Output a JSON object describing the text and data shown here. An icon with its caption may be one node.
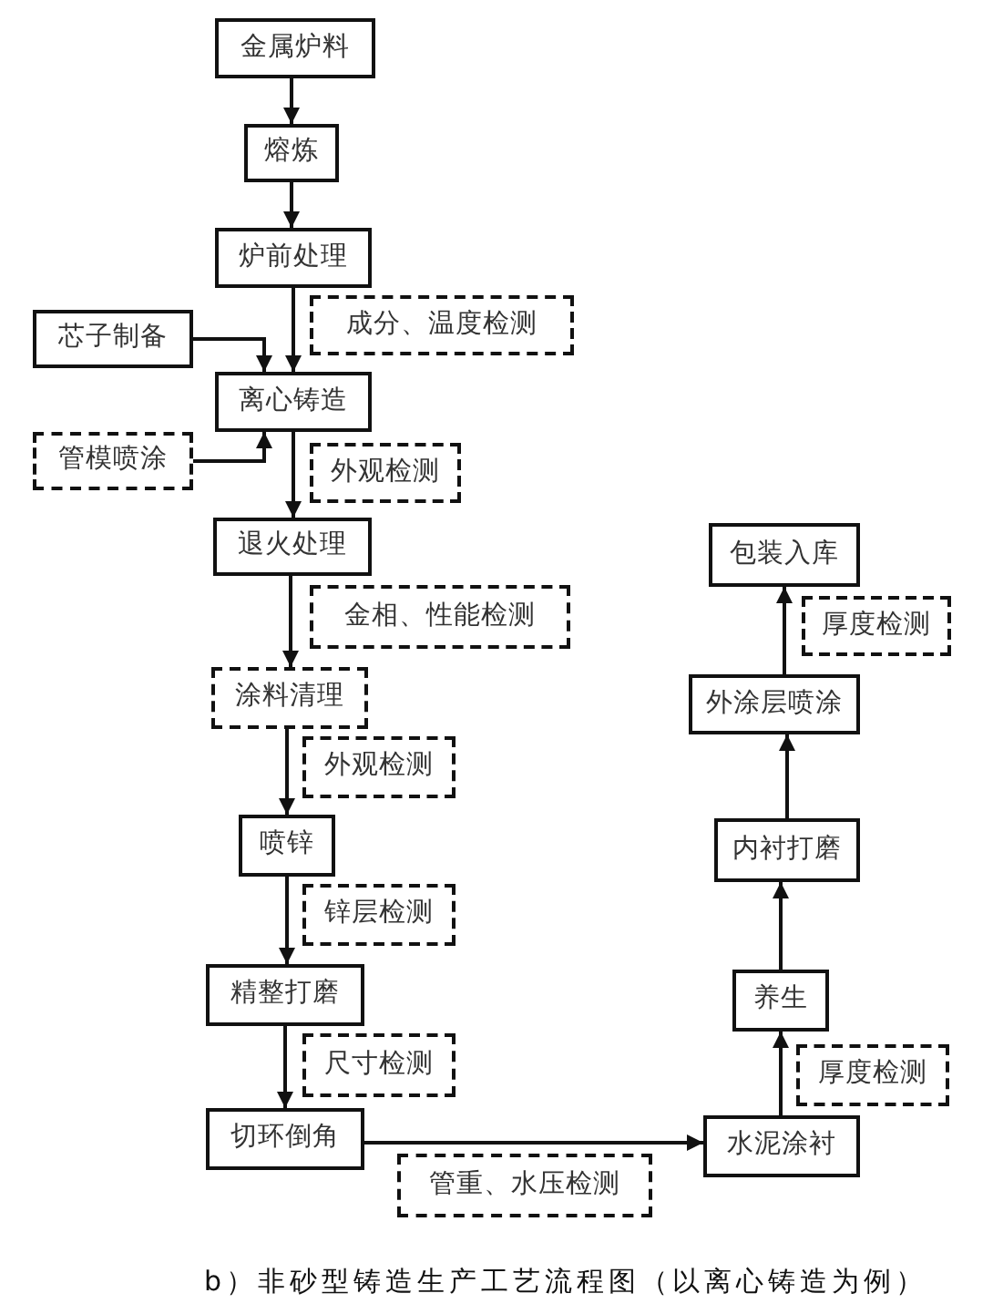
{
  "diagram": {
    "caption": "b）非砂型铸造生产工艺流程图（以离心铸造为例）",
    "nodes": [
      {
        "text": [
          "金属炉料"
        ]
      },
      {
        "text": [
          "熔炼"
        ]
      },
      {
        "text": [
          "炉前处理"
        ]
      },
      {
        "text": [
          "成分、温度检测"
        ]
      },
      {
        "text": [
          "芯子制备"
        ]
      },
      {
        "text": [
          "离心铸造"
        ]
      },
      {
        "text": [
          "管模喷涂"
        ]
      },
      {
        "text": [
          "外观检测"
        ]
      },
      {
        "text": [
          "退火处理"
        ]
      },
      {
        "text": [
          "金相、性能检测"
        ]
      },
      {
        "text": [
          "涂料清理"
        ]
      },
      {
        "text": [
          "外观检测"
        ]
      },
      {
        "text": [
          "喷锌"
        ]
      },
      {
        "text": [
          "锌层检测"
        ]
      },
      {
        "text": [
          "精整打磨"
        ]
      },
      {
        "text": [
          "尺寸检测"
        ]
      },
      {
        "text": [
          "切环倒角"
        ]
      },
      {
        "text": [
          "管重、水压检测"
        ]
      },
      {
        "text": [
          "水泥涂衬"
        ]
      },
      {
        "text": [
          "厚度检测"
        ]
      },
      {
        "text": [
          "养生"
        ]
      },
      {
        "text": [
          "内衬打磨"
        ]
      },
      {
        "text": [
          "外涂层喷涂"
        ]
      },
      {
        "text": [
          "厚度检测"
        ]
      },
      {
        "text": [
          "包装入库"
        ]
      }
    ],
    "edges": [
      {
        "from": 0,
        "to": 1,
        "arrow": "to"
      },
      {
        "from": 1,
        "to": 2,
        "arrow": "to"
      },
      {
        "from": 2,
        "to": 5,
        "arrow": "to"
      },
      {
        "from": 4,
        "to": 5,
        "arrow": "to"
      },
      {
        "from": 6,
        "to": 5,
        "arrow": "to"
      },
      {
        "from": 5,
        "to": 8,
        "arrow": "to"
      },
      {
        "from": 8,
        "to": 10,
        "arrow": "to"
      },
      {
        "from": 10,
        "to": 12,
        "arrow": "to"
      },
      {
        "from": 12,
        "to": 14,
        "arrow": "to"
      },
      {
        "from": 14,
        "to": 16,
        "arrow": "to"
      },
      {
        "from": 16,
        "to": 18,
        "arrow": "to"
      },
      {
        "from": 18,
        "to": 20,
        "arrow": "to"
      },
      {
        "from": 20,
        "to": 21,
        "arrow": "to"
      },
      {
        "from": 21,
        "to": 22,
        "arrow": "to"
      },
      {
        "from": 22,
        "to": 24,
        "arrow": "to"
      }
    ]
  }
}
